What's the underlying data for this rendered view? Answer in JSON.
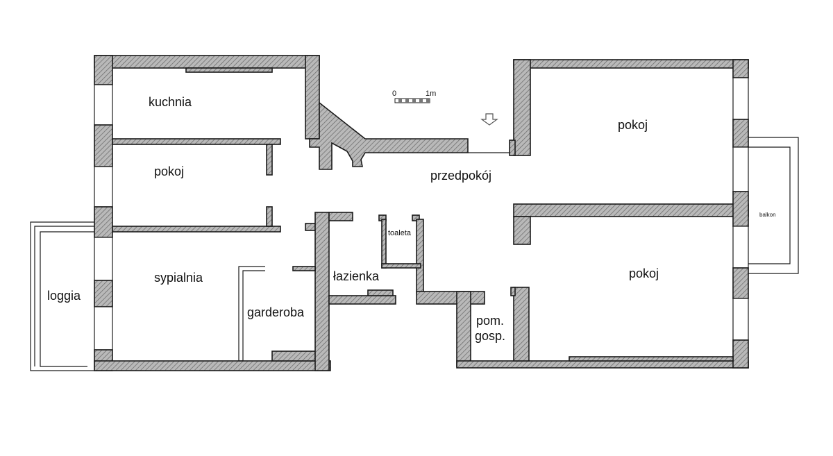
{
  "scale": {
    "zero": "0",
    "one": "1m"
  },
  "rooms": {
    "kitchen": "kuchnia",
    "room_left": "pokoj",
    "bedroom": "sypialnia",
    "loggia": "loggia",
    "wardrobe": "garderoba",
    "bathroom": "łazienka",
    "toilet": "toaleta",
    "hallway": "przedpokój",
    "utility_1": "pom.",
    "utility_2": "gosp.",
    "room_top_right": "pokoj",
    "room_bottom_right": "pokoj",
    "balcony": "balkon"
  },
  "icons": {
    "entrance": "entrance-arrow-icon"
  }
}
